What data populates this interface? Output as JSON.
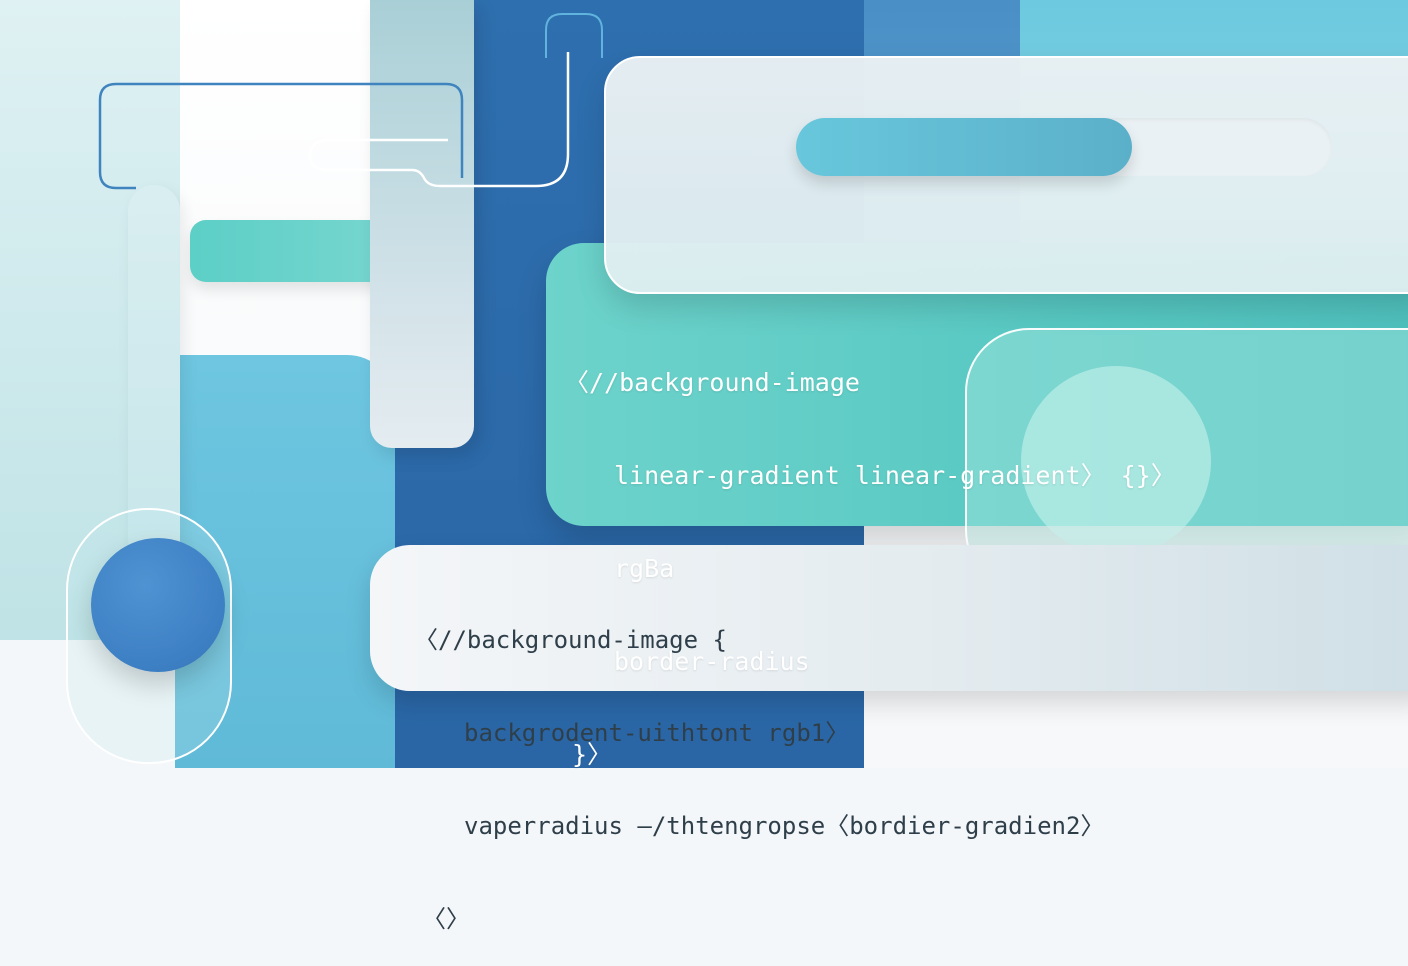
{
  "code_panel_top": {
    "lines": [
      "〈//background-image",
      "linear-gradient linear-gradient〉 {}〉",
      "rgBa",
      "border-radius",
      "}〉"
    ]
  },
  "code_panel_bottom": {
    "lines": [
      "〈//background-image {",
      "backgrodent-uithtont rgb1〉",
      "vaperradius –/thtengropse〈bordier-gradien2〉",
      "〈〉"
    ]
  },
  "colors": {
    "deep_blue": "#2e6faf",
    "teal": "#57c8c2",
    "sky": "#6ec6e0",
    "knob_blue": "#3d7fc3",
    "slider_fill": "#68c7dc"
  },
  "icons": [
    "code-bracket-icon"
  ]
}
